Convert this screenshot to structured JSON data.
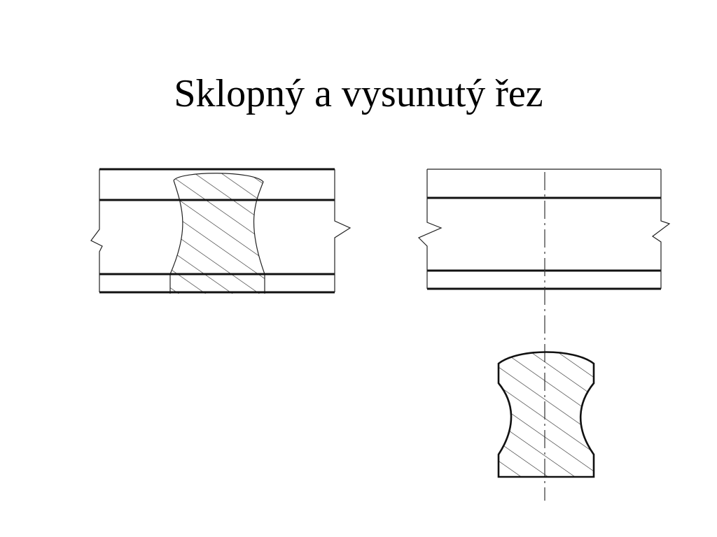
{
  "slide": {
    "title": "Sklopný a vysunutý řez"
  },
  "colors": {
    "background": "#ffffff",
    "ink": "#111111"
  },
  "figures": [
    {
      "name": "revolved-section"
    },
    {
      "name": "removed-section"
    }
  ]
}
